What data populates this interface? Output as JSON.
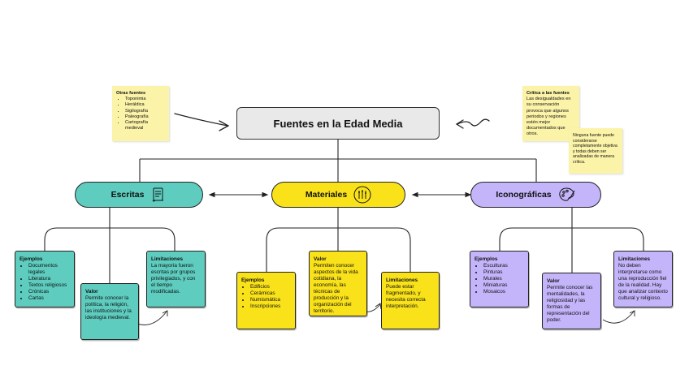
{
  "title": "Fuentes en la Edad Media",
  "notes": {
    "otras": {
      "heading": "Otras fuentes",
      "items": [
        "Toponimia",
        "Heráldica",
        "Sigilografía",
        "Paleografía",
        "Cartografía medieval"
      ]
    },
    "critica": {
      "heading": "Crítica a las fuentes",
      "body": " Las desigualdades en su conservación  provoca que algunos periodos y regiones estén mejor documentados que otros."
    },
    "critica2": {
      "body": "Ninguna fuente puede considerarse completamente objetiva y todas deben ser analizadas de manera crítica."
    }
  },
  "branches": {
    "escritas": {
      "label": "Escritas",
      "icon": "scroll-icon",
      "color": "#5ecdbf",
      "ejemplos": {
        "heading": "Ejemplos",
        "items": [
          "Documentos legales",
          "Literatura",
          "Textos religiosos",
          "Crónicas",
          "Cartas"
        ]
      },
      "valor": {
        "heading": "Valor",
        "body": "Permite conocer la política, la religión, las instituciones y la ideología medieval."
      },
      "limitaciones": {
        "heading": "Limitaciones",
        "body": "La mayoría fueron escritas por grupos privilegiados, y con el tiempo modificadas."
      }
    },
    "materiales": {
      "label": "Materiales",
      "icon": "tools-icon",
      "color": "#f9e21a",
      "ejemplos": {
        "heading": "Ejemplos",
        "items": [
          "Edificios",
          "Cerámicas",
          "Numismática",
          "Inscripciones"
        ]
      },
      "valor": {
        "heading": "Valor",
        "body": "Permiten conocer aspectos de la vida cotidiana, la economía, las técnicas de producción y la organización del territorio."
      },
      "limitaciones": {
        "heading": "Limitaciones",
        "body": "Puede estar fragmentado, y necesita correcta interpretación."
      }
    },
    "iconograficas": {
      "label": "Iconográficas",
      "icon": "palette-icon",
      "color": "#c4b5fb",
      "ejemplos": {
        "heading": "Ejemplos",
        "items": [
          "Esculturas",
          "Pinturas",
          "Murales",
          "Miniaturas",
          "Mosaicos"
        ]
      },
      "valor": {
        "heading": "Valor",
        "body": "Permite conocer  las mentalidades, la religiosidad y las formas de representación del poder."
      },
      "limitaciones": {
        "heading": "Limitaciones",
        "body": "No deben interpretarse como una reproducción fiel de la realidad. Hay que analizar contexto cultural y religioso."
      }
    }
  }
}
